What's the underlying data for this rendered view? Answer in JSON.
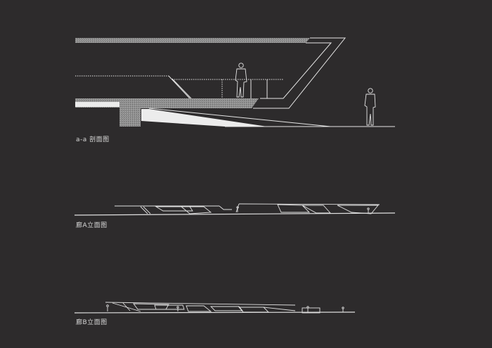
{
  "sheet": {
    "background": "#2d2b2c",
    "line_color": "#e6e6e6",
    "hatch_color": "#9a9a9a"
  },
  "drawings": [
    {
      "id": "section-aa",
      "caption": "a-a 剖面图",
      "type": "section",
      "figures": 2
    },
    {
      "id": "elevation-a",
      "caption": "廊A立面图",
      "type": "elevation",
      "figures": 2
    },
    {
      "id": "elevation-b",
      "caption": "廊B立面图",
      "type": "elevation",
      "figures": 4
    }
  ]
}
